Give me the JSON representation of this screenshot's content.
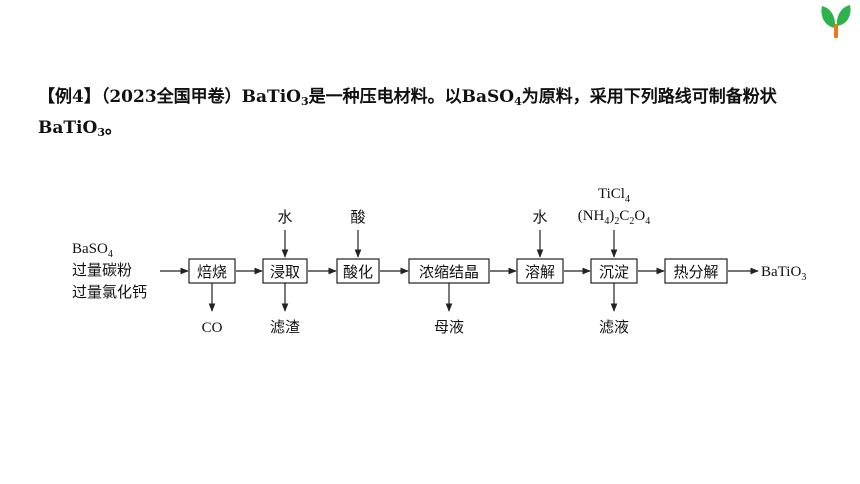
{
  "logo": {
    "icon": "sprout-logo-icon",
    "leaf_color": "#2db34a",
    "stem_color": "#e8791f"
  },
  "question": {
    "tag": "【例4】",
    "source": "（2023全国甲卷）",
    "formula_main": "BaTiO",
    "formula_main_sub": "3",
    "text_a": "是一种压电材料。以",
    "formula_raw": "BaSO",
    "formula_raw_sub": "4",
    "text_b": "为原料，采用下列路线可制备粉状",
    "formula_end": "BaTiO",
    "formula_end_sub": "3",
    "end_punct": "。"
  },
  "flow": {
    "inputs": [
      "BaSO4",
      "过量碳粉",
      "过量氯化钙"
    ],
    "steps": [
      "焙烧",
      "浸取",
      "酸化",
      "浓缩结晶",
      "溶解",
      "沉淀",
      "热分解"
    ],
    "added": {
      "leach": "水",
      "acidify": "酸",
      "dissolve": "水",
      "precip_1": "TiCl4",
      "precip_2": "(NH4)2C2O4"
    },
    "removed": {
      "roast": "CO",
      "leach": "滤渣",
      "crystallize": "母液",
      "precip": "滤液"
    },
    "product": "BaTiO3"
  }
}
